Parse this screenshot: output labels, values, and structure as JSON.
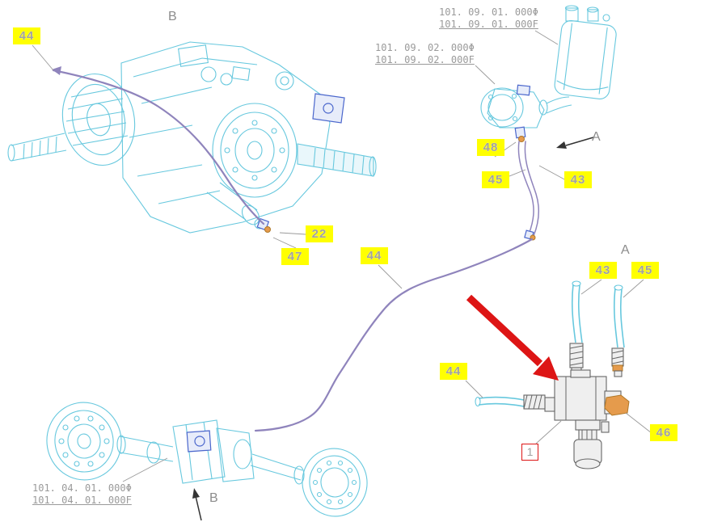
{
  "diagram": {
    "type": "hydraulic-parts-exploded-diagram",
    "colors": {
      "background": "#ffffff",
      "wireframe": "#67c8de",
      "accent": "#4a66cc",
      "tube": "#8f84bc",
      "label-bg": "#ffff00",
      "label-text": "#a2a2a2",
      "part-text": "#9a9a9a",
      "letter-text": "#8c8c8c",
      "leader": "#9a9a9a",
      "red": "#dd1515",
      "orange": "#e59b4c",
      "hardware": "#666666"
    },
    "letters": [
      {
        "text": "B"
      },
      {
        "text": "A"
      },
      {
        "text": "A"
      },
      {
        "text": "B"
      }
    ],
    "callouts": [
      {
        "text": "44"
      },
      {
        "text": "22"
      },
      {
        "text": "47"
      },
      {
        "text": "44"
      },
      {
        "text": "48"
      },
      {
        "text": "45"
      },
      {
        "text": "43"
      },
      {
        "text": "43"
      },
      {
        "text": "45"
      },
      {
        "text": "44"
      },
      {
        "text": "46"
      }
    ],
    "part_numbers": [
      {
        "line1": "101. 09. 01. 000Φ",
        "line2": "101. 09. 01. 000F"
      },
      {
        "line1": "101. 09. 02. 000Φ",
        "line2": "101. 09. 02. 000F"
      },
      {
        "line1": "101. 04. 01. 000Φ",
        "line2": "101. 04. 01. 000F"
      }
    ],
    "ref_label": {
      "text": "1"
    }
  }
}
